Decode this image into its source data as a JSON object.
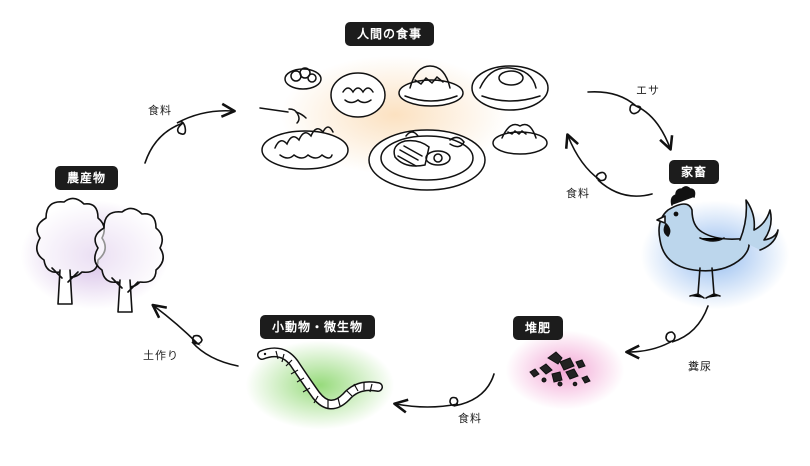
{
  "nodes": {
    "meal": "人間の食事",
    "livestock": "家畜",
    "compost": "堆肥",
    "organisms": "小動物・微生物",
    "crops": "農産物"
  },
  "edges": {
    "crops_to_meal": "食料",
    "meal_to_livestock": "エサ",
    "livestock_to_meal": "食料",
    "livestock_to_compost": "糞尿",
    "compost_to_organisms": "食料",
    "organisms_to_crops": "土作り"
  },
  "colors": {
    "meal_glow": "#fbe3c4",
    "livestock_glow": "#9cc3ee",
    "compost_glow": "#f3a8d2",
    "organisms_glow": "#9fdc86",
    "crops_glow": "#c4a2dc",
    "chicken_body": "#bcd6ec",
    "label_bg": "#1c1c1c"
  },
  "icons": {
    "meal": "food-dishes-illustration",
    "livestock": "chicken-illustration",
    "compost": "compost-pile-illustration",
    "organisms": "worm-illustration",
    "crops": "trees-illustration"
  }
}
